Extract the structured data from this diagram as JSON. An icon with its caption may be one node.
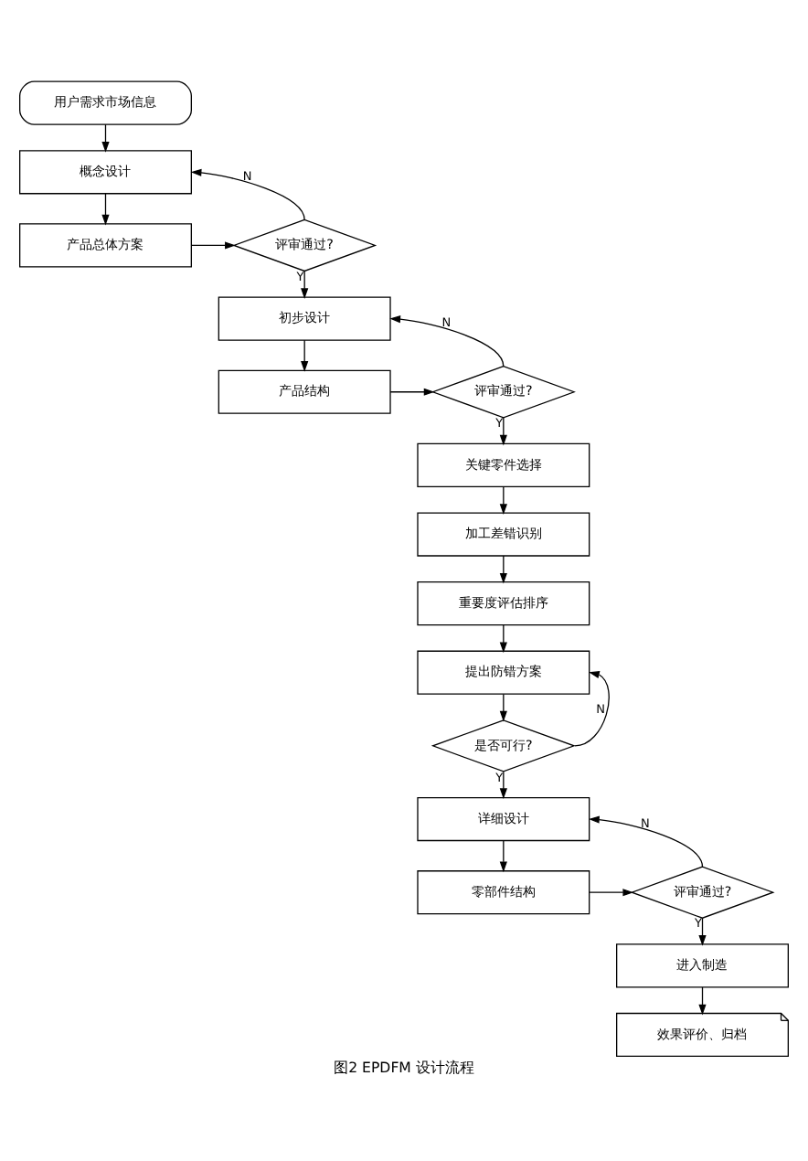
{
  "diagram": {
    "caption": "图2 EPDFM 设计流程",
    "nodes": [
      {
        "text": [
          "用户需求市场信息"
        ]
      },
      {
        "text": [
          "概念设计"
        ]
      },
      {
        "text": [
          "产品总体方案"
        ]
      },
      {
        "text": [
          "评审通过?"
        ]
      },
      {
        "text": [
          "初步设计"
        ]
      },
      {
        "text": [
          "产品结构"
        ]
      },
      {
        "text": [
          "评审通过?"
        ]
      },
      {
        "text": [
          "关键零件选择"
        ]
      },
      {
        "text": [
          "加工差错识别"
        ]
      },
      {
        "text": [
          "重要度评估排序"
        ]
      },
      {
        "text": [
          "提出防错方案"
        ]
      },
      {
        "text": [
          "是否可行?"
        ]
      },
      {
        "text": [
          "详细设计"
        ]
      },
      {
        "text": [
          "零部件结构"
        ]
      },
      {
        "text": [
          "评审通过?"
        ]
      },
      {
        "text": [
          "进入制造"
        ]
      },
      {
        "text": [
          "效果评价、归档"
        ]
      }
    ],
    "edges": [
      {
        "from": 0,
        "to": 1,
        "arrow": "to"
      },
      {
        "from": 1,
        "to": 2,
        "arrow": "to"
      },
      {
        "from": 2,
        "to": 3,
        "arrow": "to"
      },
      {
        "from": 3,
        "to": 1,
        "arrow": "to",
        "label": "N"
      },
      {
        "from": 3,
        "to": 4,
        "arrow": "to",
        "label": "Y"
      },
      {
        "from": 4,
        "to": 5,
        "arrow": "to"
      },
      {
        "from": 5,
        "to": 6,
        "arrow": "to"
      },
      {
        "from": 6,
        "to": 4,
        "arrow": "to",
        "label": "N"
      },
      {
        "from": 6,
        "to": 7,
        "arrow": "to",
        "label": "Y"
      },
      {
        "from": 7,
        "to": 8,
        "arrow": "to"
      },
      {
        "from": 8,
        "to": 9,
        "arrow": "to"
      },
      {
        "from": 9,
        "to": 10,
        "arrow": "to"
      },
      {
        "from": 10,
        "to": 11,
        "arrow": "to"
      },
      {
        "from": 11,
        "to": 10,
        "arrow": "to",
        "label": "N"
      },
      {
        "from": 11,
        "to": 12,
        "arrow": "to",
        "label": "Y"
      },
      {
        "from": 12,
        "to": 13,
        "arrow": "to"
      },
      {
        "from": 13,
        "to": 14,
        "arrow": "to"
      },
      {
        "from": 14,
        "to": 12,
        "arrow": "to",
        "label": "N"
      },
      {
        "from": 14,
        "to": 15,
        "arrow": "to",
        "label": "Y"
      },
      {
        "from": 15,
        "to": 16,
        "arrow": "to"
      }
    ]
  }
}
